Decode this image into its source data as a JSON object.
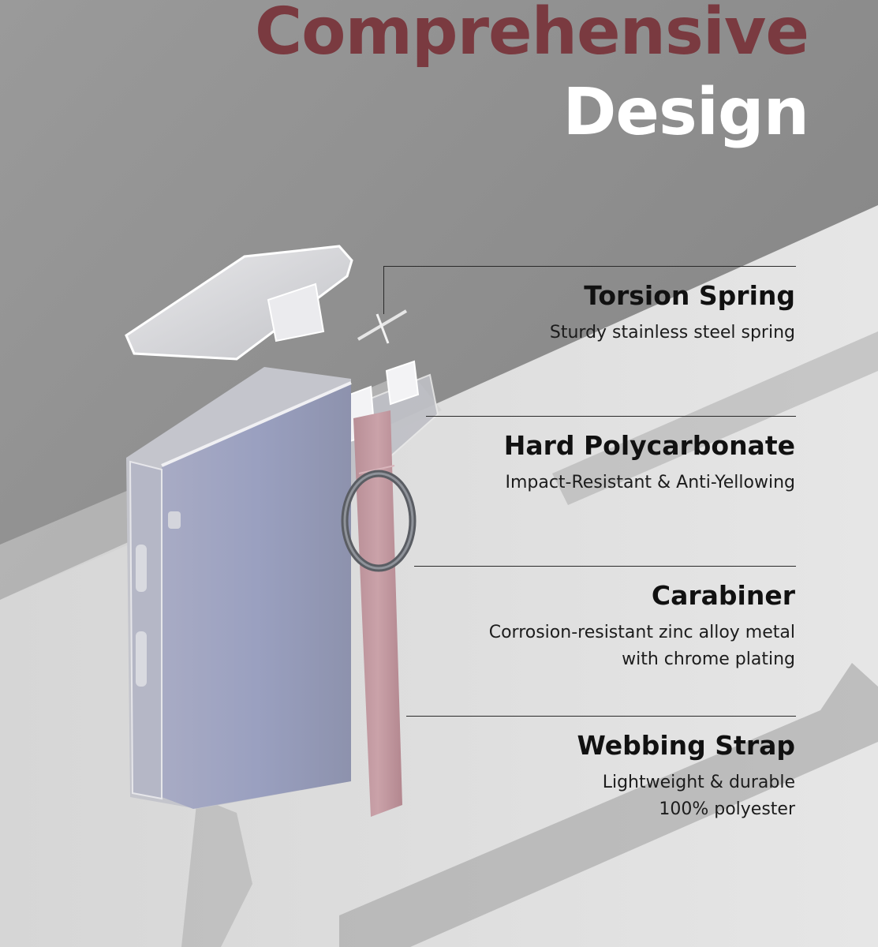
{
  "headline": {
    "line1": "Comprehensive",
    "line2": "Design"
  },
  "colors": {
    "headline_line1": "#7a3a40",
    "headline_line2": "#ffffff",
    "strap_pink": "#c49ca3",
    "case_tint": "#9aa0c0",
    "background_shadow": "#8a8a8a",
    "background_light": "#d9d9d9"
  },
  "features": [
    {
      "title": "Torsion Spring",
      "desc_lines": [
        "Sturdy stainless steel spring"
      ]
    },
    {
      "title": "Hard Polycarbonate",
      "desc_lines": [
        "Impact-Resistant & Anti-Yellowing"
      ]
    },
    {
      "title": "Carabiner",
      "desc_lines": [
        "Corrosion-resistant zinc alloy metal",
        "with chrome plating"
      ]
    },
    {
      "title": "Webbing Strap",
      "desc_lines": [
        "Lightweight & durable",
        "100% polyester"
      ]
    }
  ]
}
